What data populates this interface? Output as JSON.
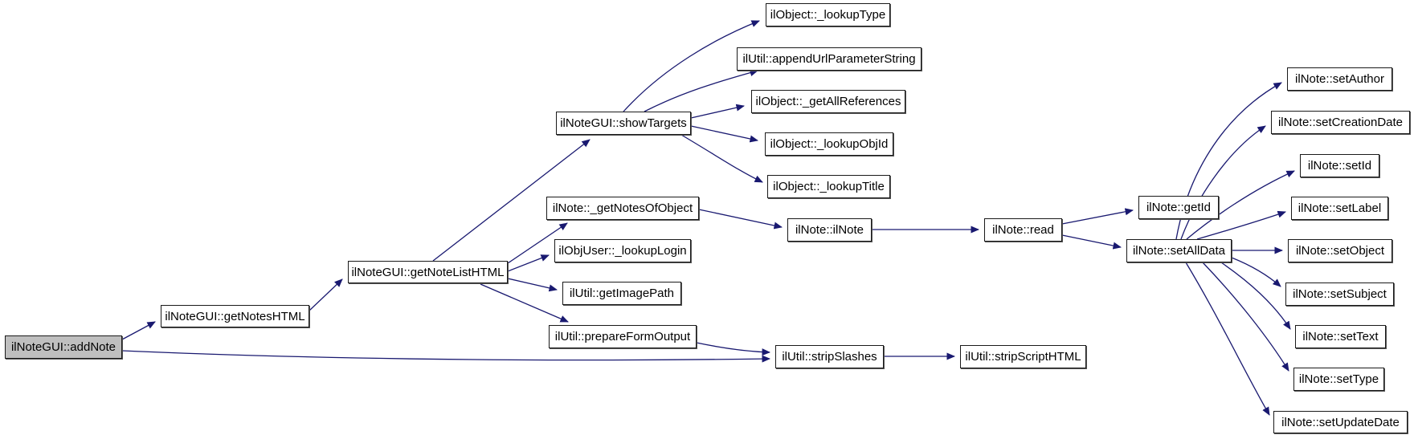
{
  "diagram_type": "call-graph",
  "colors": {
    "edge": "#191970",
    "node_fill": "#ffffff",
    "node_border": "#1a1a1a",
    "root_node_fill": "#bfbfbf",
    "text": "#000000",
    "background": "#ffffff"
  },
  "nodes": {
    "addNote": {
      "label": "ilNoteGUI::addNote"
    },
    "getNotesHTML": {
      "label": "ilNoteGUI::getNotesHTML"
    },
    "getNoteListHTML": {
      "label": "ilNoteGUI::getNoteListHTML"
    },
    "showTargets": {
      "label": "ilNoteGUI::showTargets"
    },
    "lookupType": {
      "label": "ilObject::_lookupType"
    },
    "appendUrlParameterString": {
      "label": "ilUtil::appendUrlParameterString"
    },
    "getAllReferences": {
      "label": "ilObject::_getAllReferences"
    },
    "lookupObjId": {
      "label": "ilObject::_lookupObjId"
    },
    "lookupTitle": {
      "label": "ilObject::_lookupTitle"
    },
    "getNotesOfObject": {
      "label": "ilNote::_getNotesOfObject"
    },
    "lookupLogin": {
      "label": "ilObjUser::_lookupLogin"
    },
    "getImagePath": {
      "label": "ilUtil::getImagePath"
    },
    "prepareFormOutput": {
      "label": "ilUtil::prepareFormOutput"
    },
    "ilNote": {
      "label": "ilNote::ilNote"
    },
    "read": {
      "label": "ilNote::read"
    },
    "getId": {
      "label": "ilNote::getId"
    },
    "setAllData": {
      "label": "ilNote::setAllData"
    },
    "stripSlashes": {
      "label": "ilUtil::stripSlashes"
    },
    "stripScriptHTML": {
      "label": "ilUtil::stripScriptHTML"
    },
    "setAuthor": {
      "label": "ilNote::setAuthor"
    },
    "setCreationDate": {
      "label": "ilNote::setCreationDate"
    },
    "setId": {
      "label": "ilNote::setId"
    },
    "setLabel": {
      "label": "ilNote::setLabel"
    },
    "setObject": {
      "label": "ilNote::setObject"
    },
    "setSubject": {
      "label": "ilNote::setSubject"
    },
    "setText": {
      "label": "ilNote::setText"
    },
    "setType": {
      "label": "ilNote::setType"
    },
    "setUpdateDate": {
      "label": "ilNote::setUpdateDate"
    }
  },
  "edges": [
    {
      "from": "addNote",
      "to": "getNotesHTML"
    },
    {
      "from": "addNote",
      "to": "stripSlashes"
    },
    {
      "from": "getNotesHTML",
      "to": "getNoteListHTML"
    },
    {
      "from": "getNoteListHTML",
      "to": "showTargets"
    },
    {
      "from": "getNoteListHTML",
      "to": "getNotesOfObject"
    },
    {
      "from": "getNoteListHTML",
      "to": "lookupLogin"
    },
    {
      "from": "getNoteListHTML",
      "to": "getImagePath"
    },
    {
      "from": "getNoteListHTML",
      "to": "prepareFormOutput"
    },
    {
      "from": "showTargets",
      "to": "lookupType"
    },
    {
      "from": "showTargets",
      "to": "appendUrlParameterString"
    },
    {
      "from": "showTargets",
      "to": "getAllReferences"
    },
    {
      "from": "showTargets",
      "to": "lookupObjId"
    },
    {
      "from": "showTargets",
      "to": "lookupTitle"
    },
    {
      "from": "getNotesOfObject",
      "to": "ilNote"
    },
    {
      "from": "ilNote",
      "to": "read"
    },
    {
      "from": "read",
      "to": "getId"
    },
    {
      "from": "read",
      "to": "setAllData"
    },
    {
      "from": "setAllData",
      "to": "setAuthor"
    },
    {
      "from": "setAllData",
      "to": "setCreationDate"
    },
    {
      "from": "setAllData",
      "to": "setId"
    },
    {
      "from": "setAllData",
      "to": "setLabel"
    },
    {
      "from": "setAllData",
      "to": "setObject"
    },
    {
      "from": "setAllData",
      "to": "setSubject"
    },
    {
      "from": "setAllData",
      "to": "setText"
    },
    {
      "from": "setAllData",
      "to": "setType"
    },
    {
      "from": "setAllData",
      "to": "setUpdateDate"
    },
    {
      "from": "prepareFormOutput",
      "to": "stripSlashes"
    },
    {
      "from": "stripSlashes",
      "to": "stripScriptHTML"
    }
  ]
}
